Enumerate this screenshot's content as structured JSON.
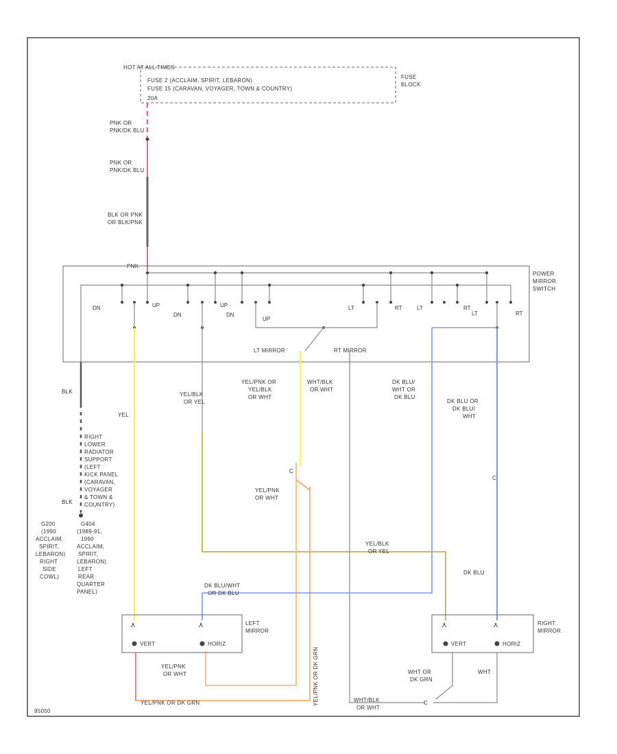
{
  "fuse_block": {
    "hot_label": "HOT AT ALL TIMES",
    "lines": [
      "FUSE 2   (ACCLAIM, SPIRIT, LEBARON)",
      "FUSE 15    (CARAVAN, VOYAGER, TOWN & COUNTRY)",
      "20A"
    ],
    "name": [
      "FUSE",
      "BLOCK"
    ]
  },
  "wire_labels": {
    "top1": [
      "PNK OR",
      "PNK/DK BLU"
    ],
    "top2": [
      "PNK OR",
      "PNK/DK BLU"
    ],
    "top3": [
      "BLK OR PNK",
      "OR BLK/PNK"
    ],
    "pnk": "PNK",
    "blk1": "BLK",
    "blk2": "BLK",
    "yel": "YEL",
    "yelblk_or_yel": [
      "YEL/BLK",
      "OR YEL"
    ],
    "yelpnk_group": [
      "YEL/PNK OR",
      "YEL/BLK",
      "OR WHT"
    ],
    "whtblk_or_wht": [
      "WHT/BLK",
      "OR WHT"
    ],
    "dkblu_group": [
      "DK BLU/",
      "WHT OR",
      "DK BLU"
    ],
    "dkblu_or_group": [
      "DK BLU OR",
      "DK BLU/",
      "WHT"
    ],
    "yelpnk_or_wht": [
      "YEL/PNK",
      "OR WHT"
    ],
    "yelblk_or_yel2": [
      "YEL/BLK",
      "OR YEL"
    ],
    "dkblu": "DK BLU",
    "dkbluwht": [
      "DK BLU/WHT",
      "OR DK BLU"
    ],
    "yelpnk_or_wht2": [
      "YEL/PNK",
      "OR WHT"
    ],
    "yelpnk_dkgrn_bottom": "YEL/PNK OR DK GRN",
    "yelpnk_dkgrn_vert": "YEL/PNK OR DK GRN",
    "wht_or_dkgrn": [
      "WHT OR",
      "DK GRN"
    ],
    "wht": "WHT",
    "whtblk_bottom": [
      "WHT/BLK",
      "OR WHT"
    ]
  },
  "ground_note": [
    "RIGHT",
    "LOWER",
    "RADIATOR",
    "SUPPORT",
    "(LEFT",
    "KICK PANEL",
    "(CARAVAN,",
    "VOYAGER",
    "& TOWN &",
    "COUNTRY)"
  ],
  "ground_note2": [
    "G200",
    "(1990",
    "ACCLAIM,",
    "SPIRIT,",
    "LEBARON)",
    "RIGHT",
    "SIDE",
    "COWL)"
  ],
  "ground_note3": [
    "G404",
    "(1989-91,",
    "1990",
    "ACCLAIM,",
    "SPIRIT,",
    "LEBARON)",
    "LEFT",
    "REAR",
    "QUARTER",
    "PANEL)"
  ],
  "switch": {
    "name": [
      "POWER",
      "MIRROR",
      "SWITCH"
    ],
    "contacts": [
      "DN",
      "UP",
      "DN",
      "UP",
      "DN",
      "UP",
      "LT",
      "RT",
      "LT",
      "RT",
      "LT",
      "RT"
    ],
    "lt_mirror": "LT MIRROR",
    "rt_mirror": "RT MIRROR"
  },
  "left_mirror": {
    "name": [
      "LEFT",
      "MIRROR"
    ],
    "vert": "VERT",
    "horiz": "HORIZ"
  },
  "right_mirror": {
    "name": [
      "RIGHT",
      "MIRROR"
    ],
    "vert": "VERT",
    "horiz": "HORIZ"
  },
  "diagram_id": "95050",
  "colors": {
    "pink": "#ff5f8a",
    "yellow": "#f2f26a",
    "blue": "#7f95e8",
    "olive": "#b8b84a",
    "orange": "#f5a060",
    "gray": "#888888"
  }
}
